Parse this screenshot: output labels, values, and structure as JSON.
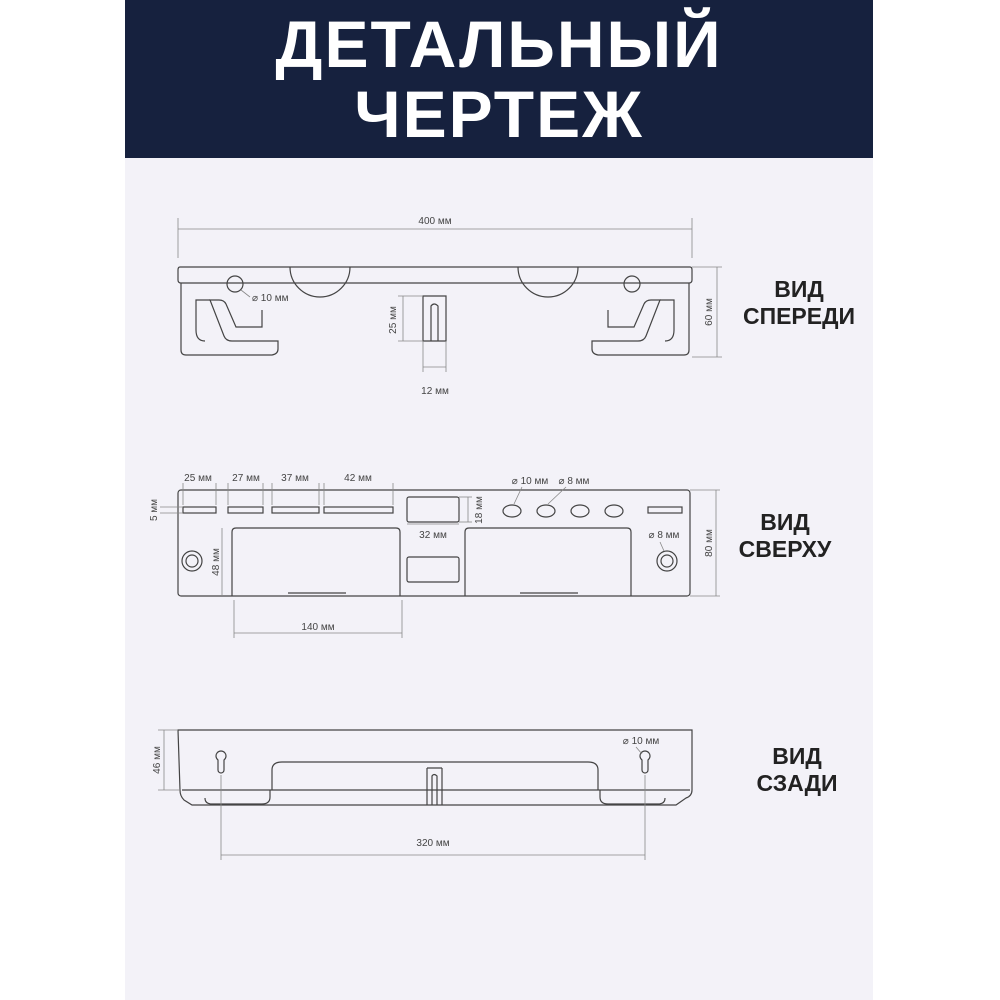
{
  "title": {
    "line1": "ДЕТАЛЬНЫЙ",
    "line2": "ЧЕРТЕЖ"
  },
  "views": {
    "front": {
      "label1": "ВИД",
      "label2": "СПЕРЕДИ",
      "dims": {
        "width": "400 мм",
        "height": "60 мм",
        "hole": "⌀ 10 мм",
        "slot_height": "25 мм",
        "slot_width": "12 мм"
      }
    },
    "top": {
      "label1": "ВИД",
      "label2": "СВЕРХУ",
      "dims": {
        "slot_25": "25 мм",
        "slot_27": "27 мм",
        "slot_37": "37 мм",
        "slot_42": "42 мм",
        "offset": "5 мм",
        "pocket_h": "48 мм",
        "rect_w": "32 мм",
        "rect_h": "18 мм",
        "hole_10": "⌀ 10 мм",
        "hole_8": "⌀ 8 мм",
        "hole_8_right": "⌀ 8 мм",
        "depth": "80 мм",
        "pocket_w": "140 мм"
      }
    },
    "back": {
      "label1": "ВИД",
      "label2": "СЗАДИ",
      "dims": {
        "height": "46 мм",
        "hole": "⌀ 10 мм",
        "spacing": "320 мм"
      }
    }
  }
}
